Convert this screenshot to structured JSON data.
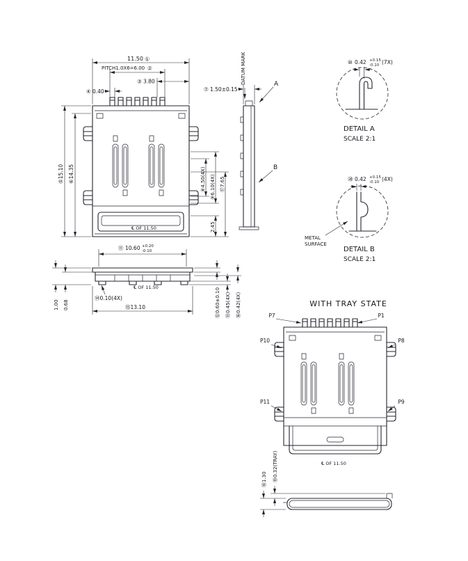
{
  "top_view": {
    "dim_width": "11.50",
    "dim_width_num": "①",
    "dim_pitch": "PITCH1.0X6=6.00",
    "dim_pitch_num": "②",
    "dim_380_num": "③",
    "dim_380": "3.80",
    "dim_040_num": "④",
    "dim_040": "0.40",
    "dim_1510": "⑤15.10",
    "dim_1435": "⑥14.35",
    "dim_450": "⑧4.50(4X)",
    "dim_610": "⑨6.10(4X)",
    "dim_765": "⑰7.65",
    "dim_245": "2.45",
    "centerline": "℄ OF 11.50"
  },
  "side_view": {
    "datum_mark": "DATUM MARK",
    "dim_150_num": "⑦",
    "dim_150": "1.50±0.15",
    "callout_a": "A",
    "callout_b": "B"
  },
  "detail_a": {
    "dim_num": "⑩",
    "dim_value": "0.42",
    "tol_plus": "+0.15",
    "tol_minus": "-0.10",
    "dim_suffix": "(7X)",
    "label": "DETAIL A",
    "scale": "SCALE 2:1"
  },
  "detail_b": {
    "dim_num": "⑳",
    "dim_value": "0.42",
    "tol_plus": "+0.15",
    "tol_minus": "-0.10",
    "dim_suffix": "(4X)",
    "metal_line1": "METAL",
    "metal_line2": "SURFACE",
    "label": "DETAIL B",
    "scale": "SCALE 2:1"
  },
  "front_view": {
    "dim_1060_num": "⑪",
    "dim_1060": "10.60",
    "tol_plus": "+0.20",
    "tol_minus": "-0.10",
    "centerline": "℄ OF 11.50",
    "dim_100": "1.00",
    "dim_068": "0.68",
    "dim_010": "⑭0.10(4X)",
    "dim_1310": "⑮13.10",
    "dim_060": "⑫0.60±0.10",
    "dim_045": "⑬0.45(4X)",
    "dim_042": "⑯0.42(4X)"
  },
  "tray_view": {
    "title": "WITH TRAY STATE",
    "pin_p7": "P7",
    "pin_p1": "P1",
    "pin_p10": "P10",
    "pin_p8": "P8",
    "pin_p11": "P11",
    "pin_p9": "P9",
    "centerline": "℄ OF 11.50",
    "dim_130": "⑱1.30",
    "dim_032": "⑲0.32(TRAY)"
  }
}
